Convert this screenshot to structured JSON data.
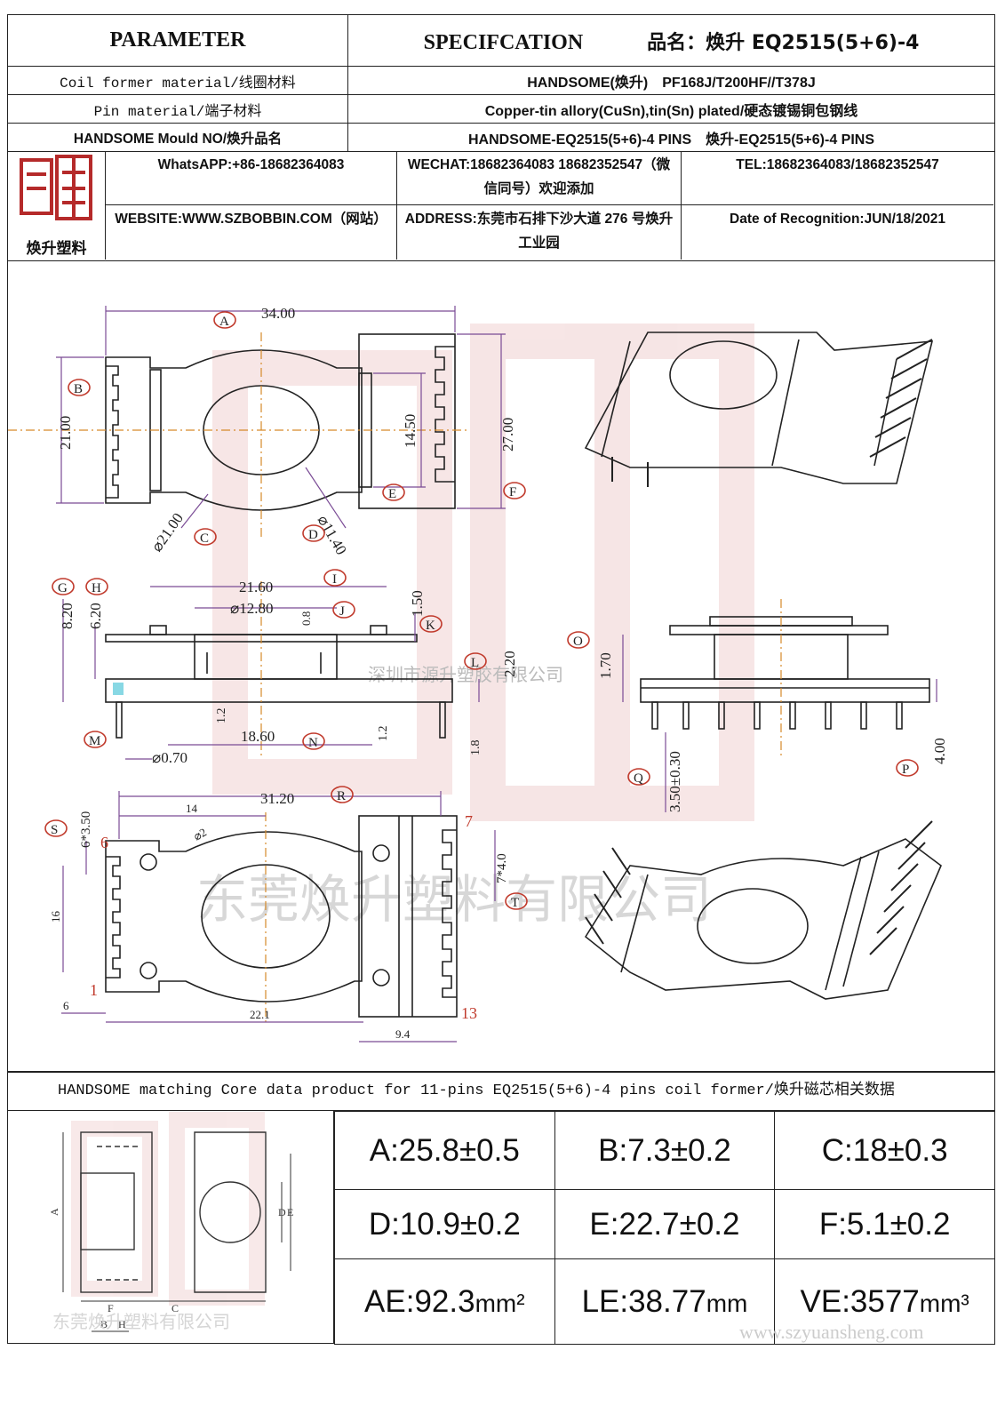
{
  "header": {
    "parameter_label": "PARAMETER",
    "spec_label": "SPECIFCATION",
    "product_name": "品名：焕升 EQ2515(5+6)-4"
  },
  "rows": [
    {
      "label": "Coil former material/线圈材料",
      "value": "HANDSOME(焕升)　PF168J/T200HF//T378J"
    },
    {
      "label": "Pin material/端子材料",
      "value": "Copper-tin allory(CuSn),tin(Sn) plated/硬态镀锡铜包钢线"
    },
    {
      "label": "HANDSOME Mould NO/焕升品名",
      "value": "HANDSOME-EQ2515(5+6)-4 PINS　焕升-EQ2515(5+6)-4 PINS"
    }
  ],
  "company": {
    "logo_text": "焕升塑料",
    "whatsapp": "WhatsAPP:+86-18682364083",
    "wechat": "WECHAT:18682364083 18682352547（微信同号）欢迎添加",
    "tel": "TEL:18682364083/18682352547",
    "website": "WEBSITE:WWW.SZBOBBIN.COM（网站）",
    "address": "ADDRESS:东莞市石排下沙大道 276 号焕升工业园",
    "date": "Date of Recognition:JUN/18/2021"
  },
  "drawing": {
    "dims_top": {
      "A": "34.00",
      "B": "21.00",
      "C": "⌀21.00",
      "D": "⌀11.40",
      "E": "14.50",
      "F": "27.00"
    },
    "dims_mid": {
      "G": "8.20",
      "H": "6.20",
      "I": "21.60",
      "J": "⌀12.80",
      "J2": "0.8",
      "K": "1.50",
      "L": "2.20",
      "M": "⌀0.70",
      "N": "18.60",
      "n1": "1.2",
      "n2": "1.2",
      "n3": "1.8",
      "O": "1.70",
      "P": "4.00",
      "Q": "3.50±0.30"
    },
    "dims_bot": {
      "R": "31.20",
      "S": "6*3.50",
      "T": "7*4.0",
      "w14": "14",
      "phi2": "⌀2",
      "h16": "16",
      "w6": "6",
      "w221": "22.1",
      "w94": "9.4",
      "pin6": "6",
      "pin1": "1",
      "pin7": "7",
      "pin13": "13"
    },
    "letters": [
      "A",
      "B",
      "C",
      "D",
      "E",
      "F",
      "G",
      "H",
      "I",
      "J",
      "K",
      "L",
      "M",
      "N",
      "O",
      "P",
      "Q",
      "R",
      "S",
      "T"
    ],
    "watermark_small": "深圳市源升塑胶有限公司",
    "watermark_big": "东莞焕升塑料有限公司"
  },
  "core": {
    "caption": "HANDSOME matching Core data  product for 11-pins EQ2515(5+6)-4 pins coil former/焕升磁芯相关数据",
    "labels": {
      "A": "A",
      "B": "B",
      "C": "C",
      "D": "D",
      "E": "E",
      "F": "F",
      "H": "H"
    },
    "watermark": "东莞焕升塑料有限公司",
    "values": [
      {
        "text": "A:25.8±0.5",
        "unit": ""
      },
      {
        "text": "B:7.3±0.2",
        "unit": ""
      },
      {
        "text": "C:18±0.3",
        "unit": ""
      },
      {
        "text": "D:10.9±0.2",
        "unit": ""
      },
      {
        "text": "E:22.7±0.2",
        "unit": ""
      },
      {
        "text": "F:5.1±0.2",
        "unit": ""
      },
      {
        "text": "AE:92.3",
        "unit": "mm²"
      },
      {
        "text": "LE:38.77",
        "unit": "mm"
      },
      {
        "text": "VE:3577",
        "unit": "mm³"
      }
    ],
    "site": "www.szyuansheng.com"
  },
  "colors": {
    "line": "#222222",
    "dim": "#7a4b95",
    "center": "#d68a2a",
    "label": "#c0392b",
    "pin_tint": "#56c7d8",
    "watermark": "#e8b6b6"
  }
}
